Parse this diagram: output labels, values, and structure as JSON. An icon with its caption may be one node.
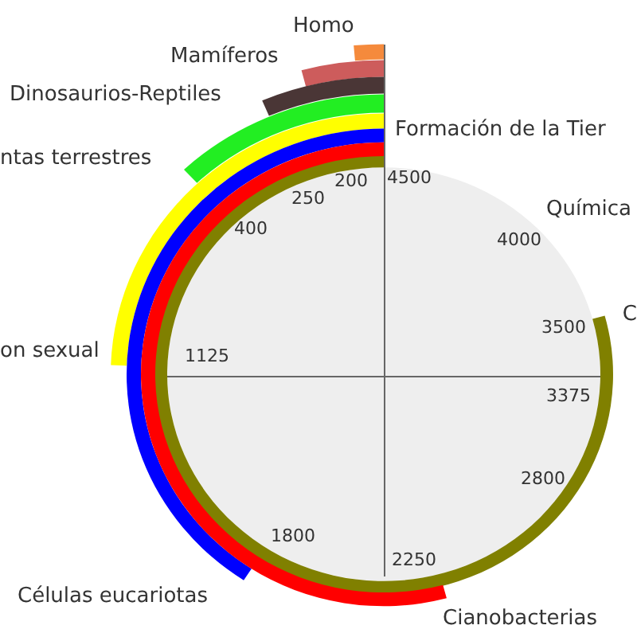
{
  "diagram": {
    "nodes": [
      {
        "text": [
          "Homo"
        ]
      },
      {
        "text": [
          "Mamíferos"
        ]
      },
      {
        "text": [
          "Dinosaurios-Reptiles"
        ]
      },
      {
        "text": [
          "ntas terrestres"
        ]
      },
      {
        "text": [
          "C"
        ]
      },
      {
        "text": [
          "on sexual"
        ]
      },
      {
        "text": [
          "Células eucariotas"
        ]
      },
      {
        "text": [
          "Cianobacterias"
        ]
      }
    ],
    "labels": [
      "Formación de la Tier",
      "4500",
      "200",
      "250",
      "Química",
      "400",
      "4000",
      "3500",
      "1125",
      "3375",
      "2800",
      "1800",
      "2250"
    ]
  }
}
